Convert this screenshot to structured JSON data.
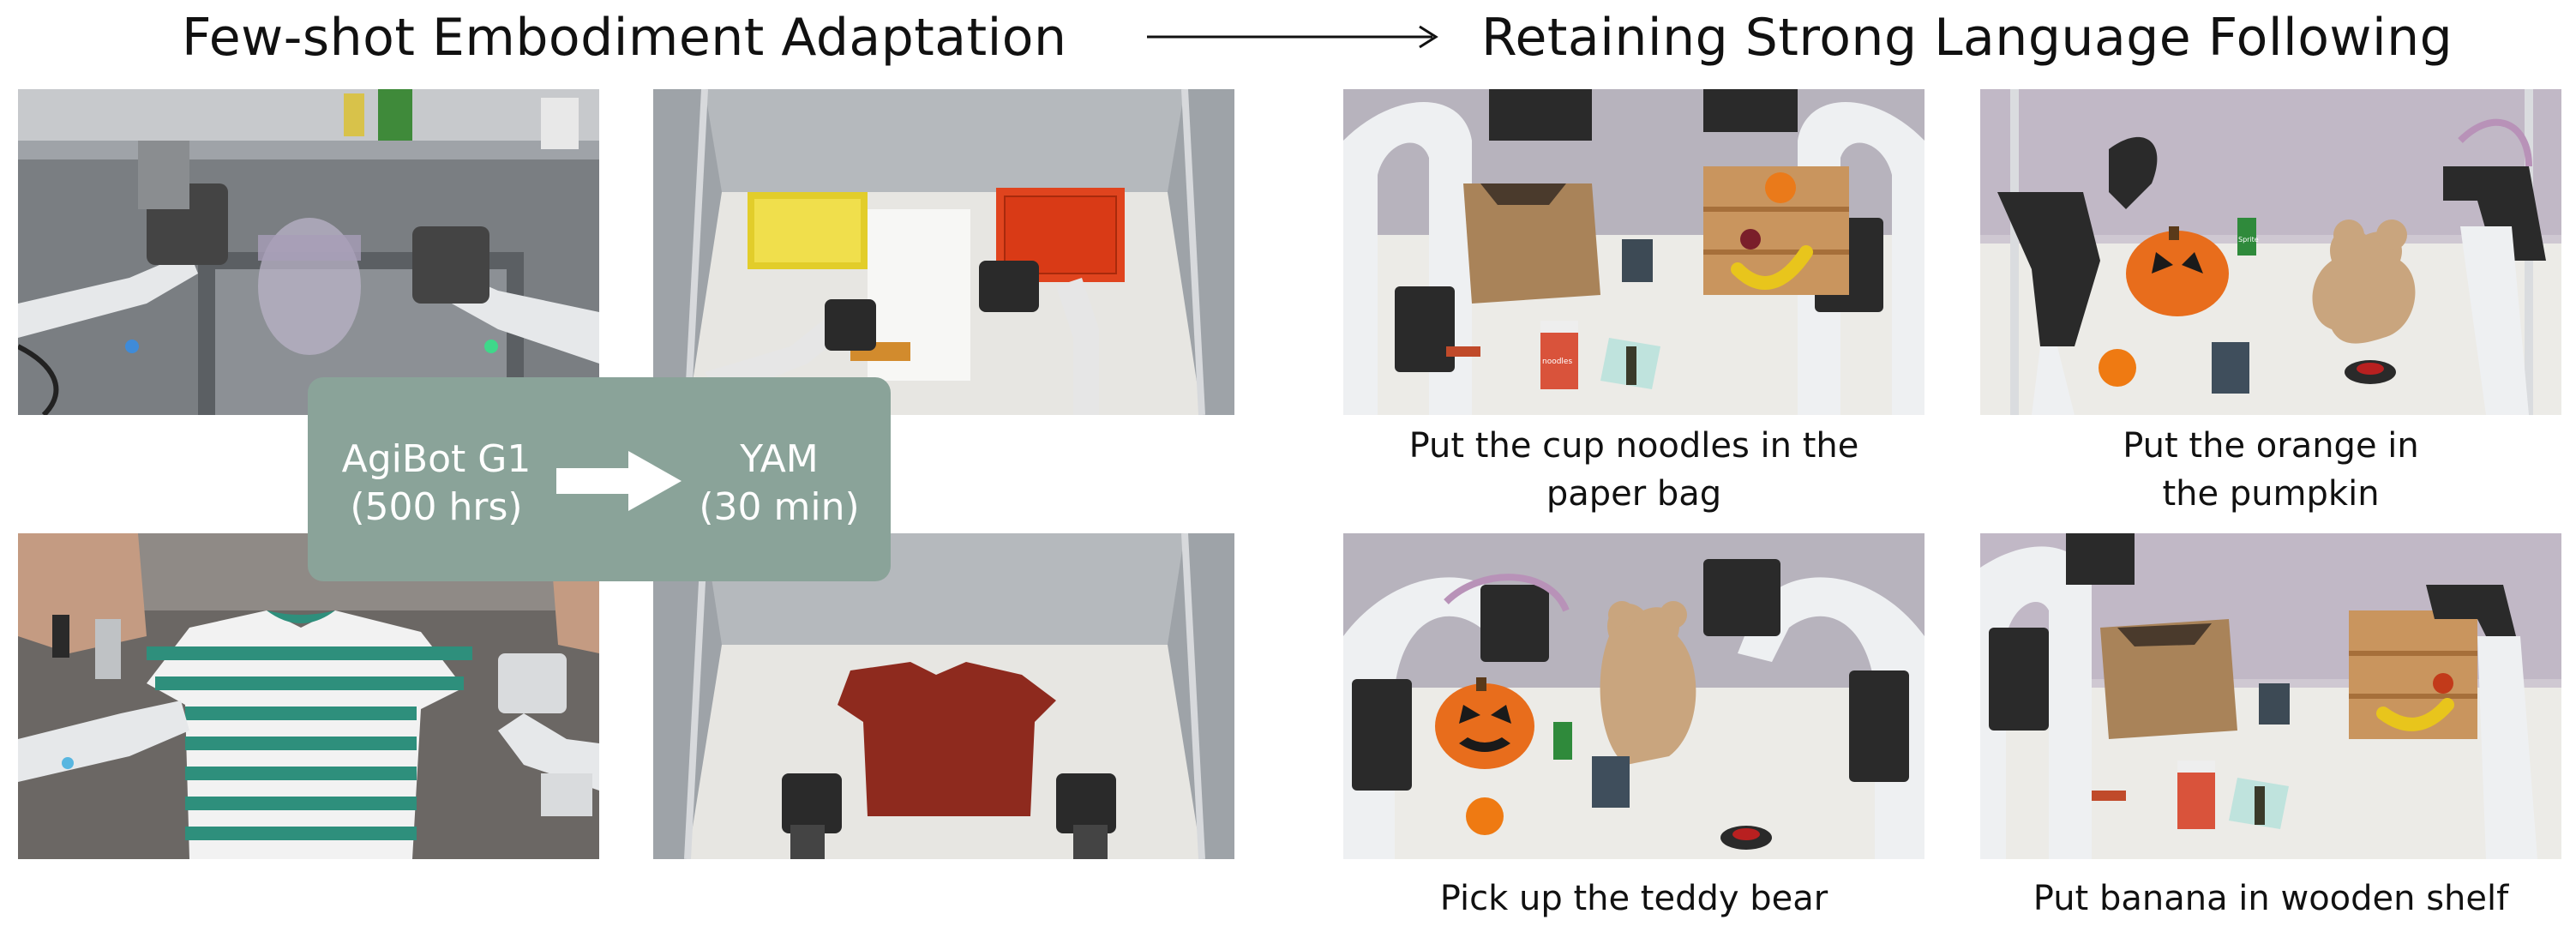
{
  "headings": {
    "left": "Few-shot Embodiment Adaptation",
    "right": "Retaining Strong Language Following"
  },
  "adaptation": {
    "source_name": "AgiBot G1",
    "source_hours": "(500 hrs)",
    "target_name": "YAM",
    "target_time": "(30 min)"
  },
  "tasks": {
    "t1_line1": "Put the cup noodles in the",
    "t1_line2": "paper bag",
    "t2_line1": "Put the orange in",
    "t2_line2": "the pumpkin",
    "t3": "Pick up the teddy bear",
    "t4": "Put banana in wooden shelf"
  },
  "labels": {
    "soda_text": "Sprite",
    "cup_text": "noodles"
  }
}
